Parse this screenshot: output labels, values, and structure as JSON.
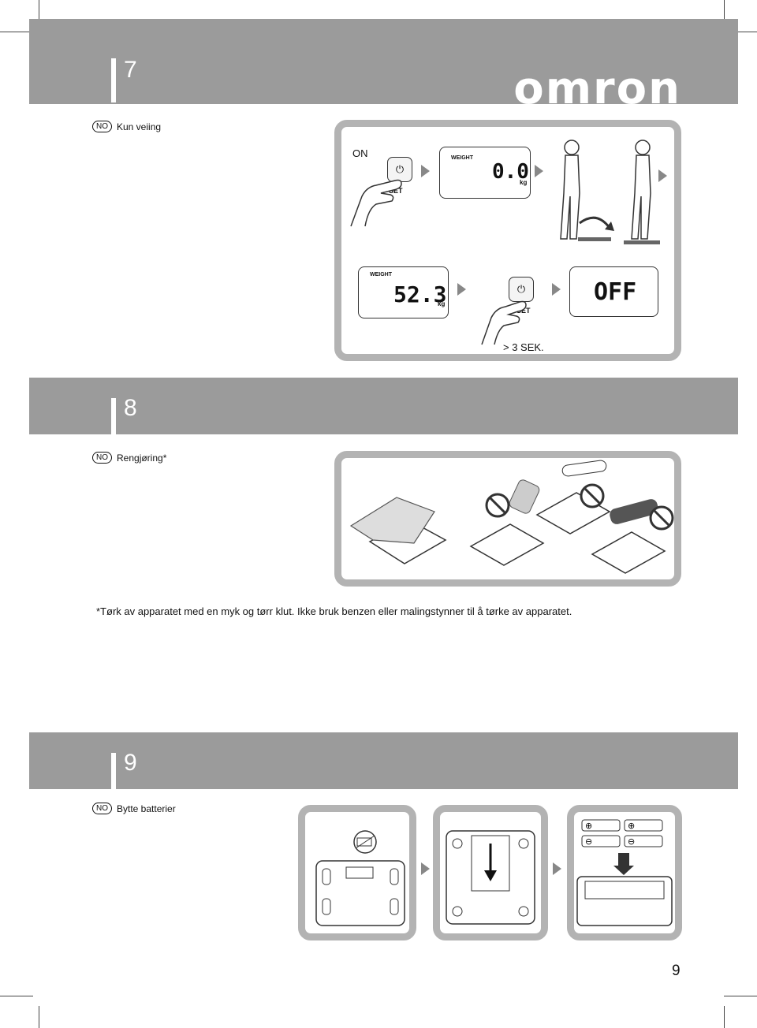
{
  "section7": {
    "number": "7",
    "brand": "omron",
    "lang_code": "NO",
    "title": "Kun veiing",
    "on_label": "ON",
    "set_label": "SET",
    "display1": {
      "label": "WEIGHT",
      "value": "0.0",
      "unit": "kg"
    },
    "display2": {
      "label": "WEIGHT",
      "value": "52.3",
      "unit": "kg"
    },
    "display3": {
      "value": "OFF"
    },
    "hold_text": "> 3 SEK."
  },
  "section8": {
    "number": "8",
    "lang_code": "NO",
    "title": "Rengjøring*",
    "note": "*Tørk av apparatet med en myk og tørr klut. Ikke bruk benzen eller malingstynner til å tørke av apparatet."
  },
  "section9": {
    "number": "9",
    "lang_code": "NO",
    "title": "Bytte batterier"
  },
  "page_number": "9",
  "icons": [
    "power-icon",
    "hand-icon",
    "person-icon",
    "prohibited-icon",
    "battery-empty-icon",
    "scale-icon",
    "battery-icon"
  ]
}
